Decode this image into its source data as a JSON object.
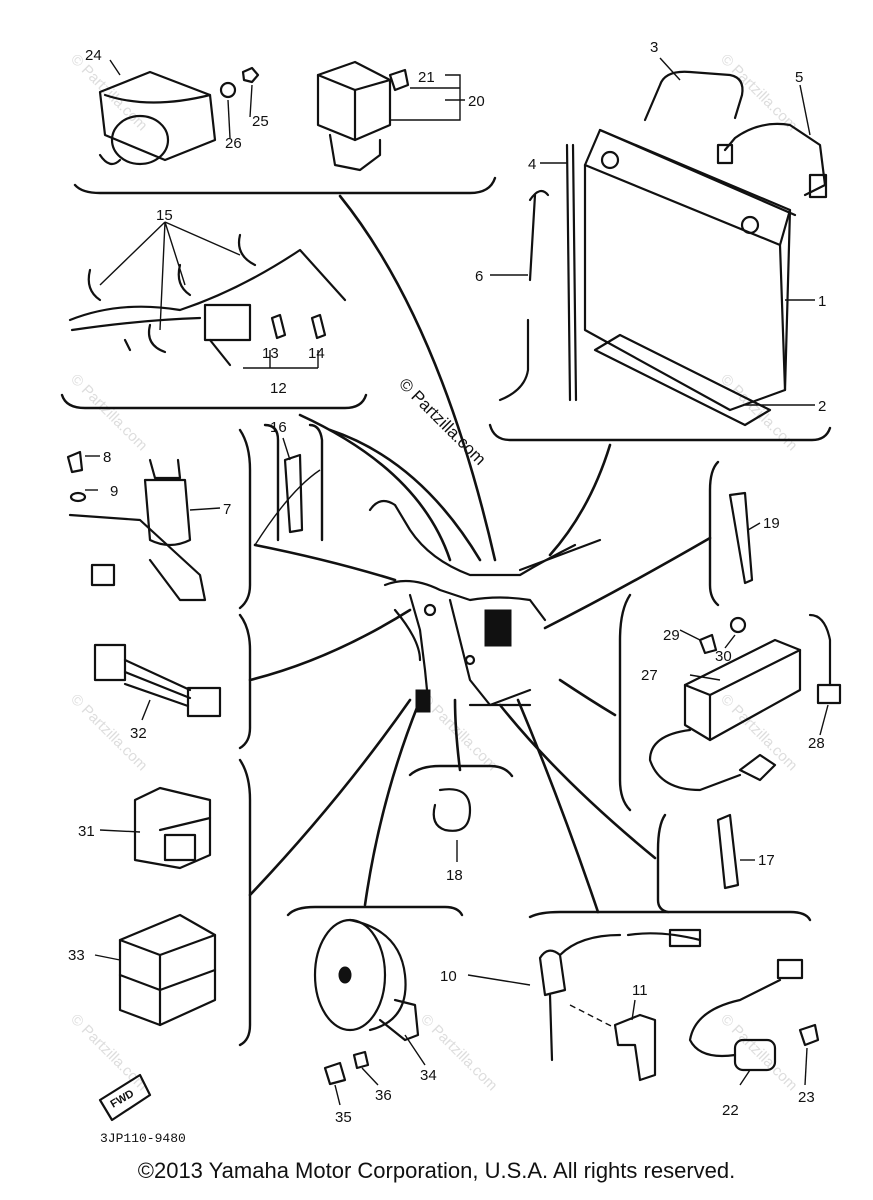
{
  "labels": {
    "p1": "1",
    "p2": "2",
    "p3": "3",
    "p4": "4",
    "p5": "5",
    "p6": "6",
    "p7": "7",
    "p8": "8",
    "p9": "9",
    "p10": "10",
    "p11": "11",
    "p12": "12",
    "p13": "13",
    "p14": "14",
    "p15": "15",
    "p16": "16",
    "p17": "17",
    "p18": "18",
    "p19": "19",
    "p20": "20",
    "p21": "21",
    "p22": "22",
    "p23": "23",
    "p24": "24",
    "p25": "25",
    "p26": "26",
    "p27": "27",
    "p28": "28",
    "p29": "29",
    "p30": "30",
    "p31": "31",
    "p32": "32",
    "p33": "33",
    "p34": "34",
    "p35": "35",
    "p36": "36"
  },
  "diagram_code": "3JP110-9480",
  "fwd_label": "FWD",
  "watermark_main": "© Partzilla.com",
  "watermark_repeat": "© Partzilla.com",
  "copyright": "©2013 Yamaha Motor Corporation, U.S.A. All rights reserved."
}
